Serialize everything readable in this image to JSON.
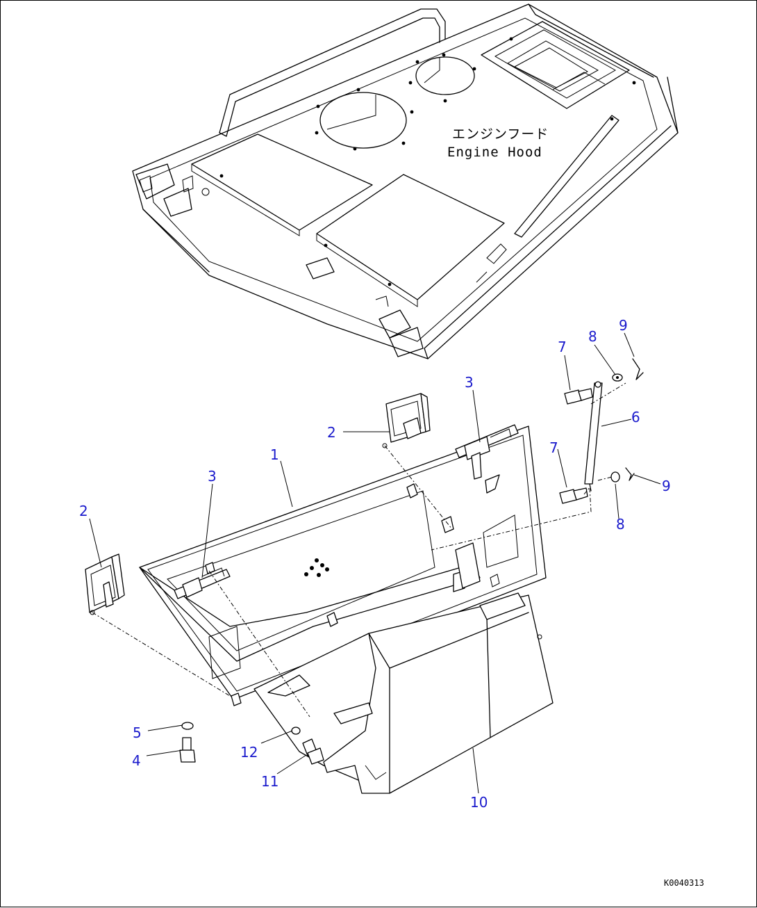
{
  "hood_label": {
    "japanese": "エンジンフード",
    "english": "Engine Hood"
  },
  "callouts": [
    {
      "id": "c1",
      "label": "1"
    },
    {
      "id": "c2a",
      "label": "2"
    },
    {
      "id": "c2b",
      "label": "2"
    },
    {
      "id": "c3a",
      "label": "3"
    },
    {
      "id": "c3b",
      "label": "3"
    },
    {
      "id": "c4",
      "label": "4"
    },
    {
      "id": "c5",
      "label": "5"
    },
    {
      "id": "c6",
      "label": "6"
    },
    {
      "id": "c7a",
      "label": "7"
    },
    {
      "id": "c7b",
      "label": "7"
    },
    {
      "id": "c8a",
      "label": "8"
    },
    {
      "id": "c8b",
      "label": "8"
    },
    {
      "id": "c9a",
      "label": "9"
    },
    {
      "id": "c9b",
      "label": "9"
    },
    {
      "id": "c10",
      "label": "10"
    },
    {
      "id": "c11",
      "label": "11"
    },
    {
      "id": "c12",
      "label": "12"
    }
  ],
  "drawing_code": "K0040313",
  "colors": {
    "callout": "#1a1acc",
    "line": "#000000",
    "background": "#ffffff"
  }
}
